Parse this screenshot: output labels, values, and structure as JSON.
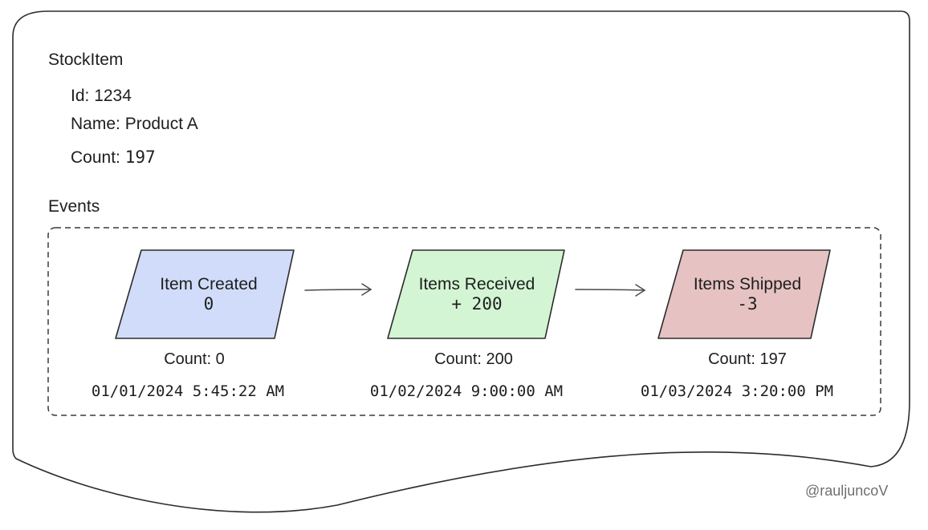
{
  "entity": {
    "title": "StockItem",
    "fields": [
      {
        "label": "Id",
        "value": "1234"
      },
      {
        "label": "Name",
        "value": "Product A"
      },
      {
        "label": "Count",
        "value": "197"
      }
    ]
  },
  "events": {
    "title": "Events",
    "items": [
      {
        "name": "Item Created",
        "delta": "0",
        "count": "Count: 0",
        "timestamp": "01/01/2024 5:45:22 AM",
        "color": "#d0dcf9"
      },
      {
        "name": "Items Received",
        "delta": "+ 200",
        "count": "Count: 200",
        "timestamp": "01/02/2024 9:00:00 AM",
        "color": "#d3f5d3"
      },
      {
        "name": "Items Shipped",
        "delta": "-3",
        "count": "Count: 197",
        "timestamp": "01/03/2024 3:20:00 PM",
        "color": "#e6c2c2"
      }
    ]
  },
  "credit": "@rauljuncoV"
}
